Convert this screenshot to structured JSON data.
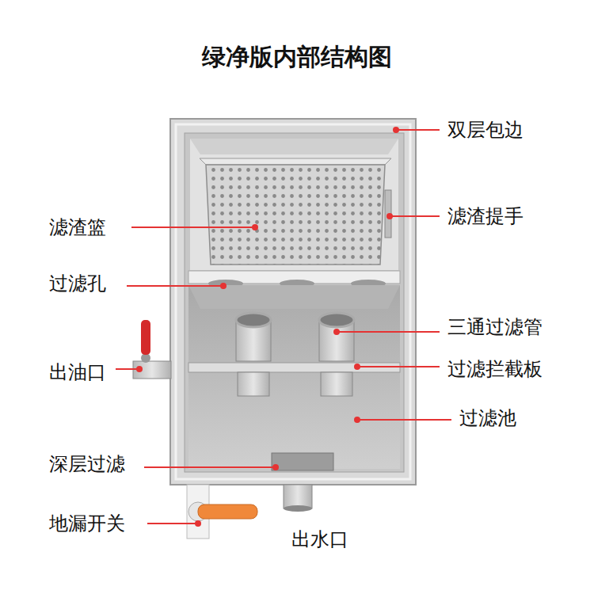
{
  "diagram": {
    "title": "绿净版内部结构图",
    "labels": [
      "双层包边",
      "滤渣篮",
      "滤渣提手",
      "过滤孔",
      "三通过滤管",
      "出油口",
      "过滤拦截板",
      "过滤池",
      "深层过滤",
      "地漏开关",
      "出水口"
    ]
  }
}
